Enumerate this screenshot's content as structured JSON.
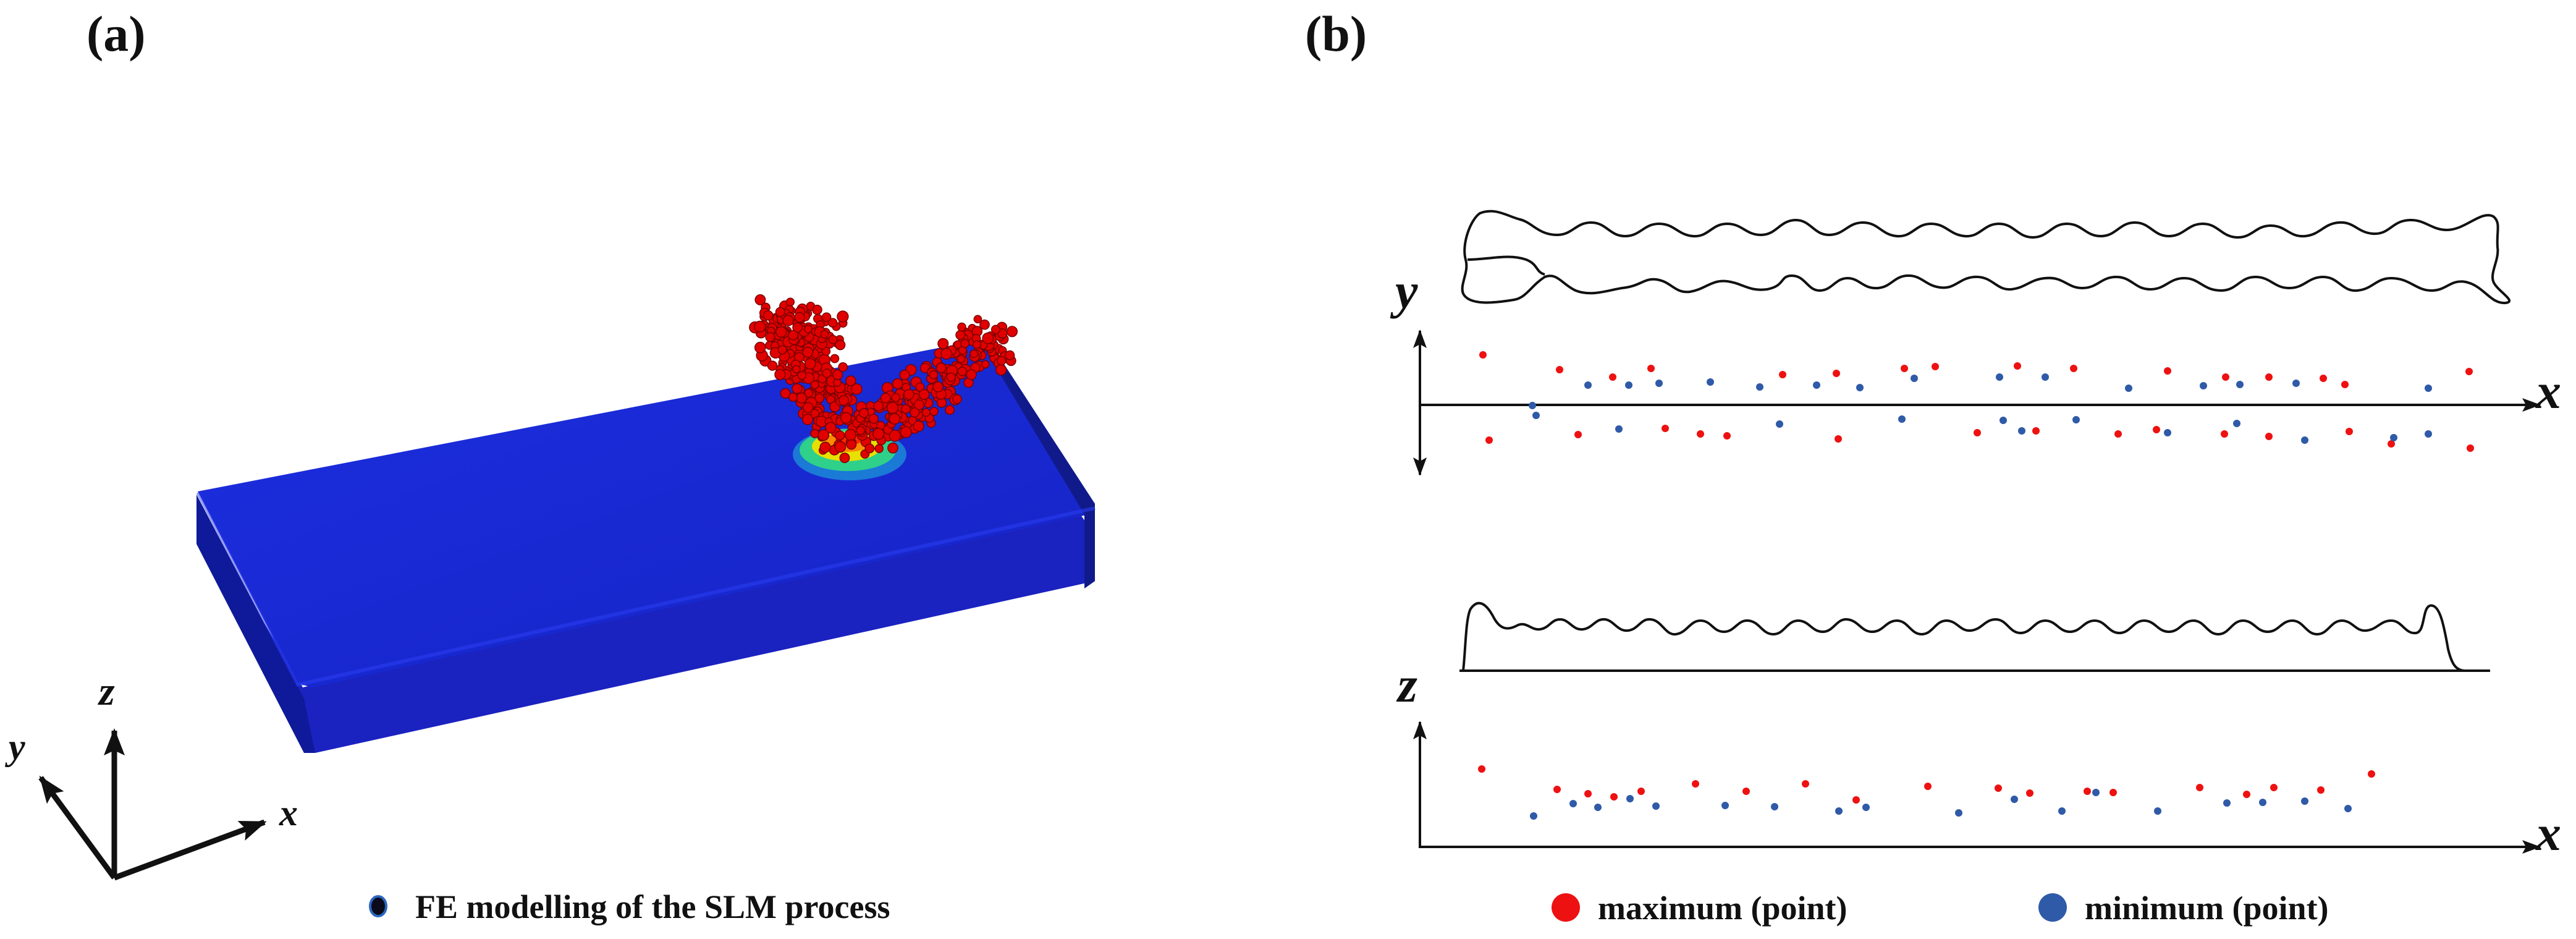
{
  "panels": {
    "a": {
      "label": "(a)",
      "triad": {
        "z": "z",
        "y": "y",
        "x": "x"
      },
      "legend": "FE modelling of the SLM process"
    },
    "b": {
      "label": "(b)",
      "top_axes": {
        "vertical": "y",
        "horizontal": "x"
      },
      "bottom_axes": {
        "vertical": "z",
        "horizontal": "x"
      },
      "legend": [
        {
          "label": "maximum (point)",
          "color": "#ee1111"
        },
        {
          "label": "minimum (point)",
          "color": "#2f5aa8"
        }
      ]
    }
  },
  "colors": {
    "substrate_top": "#1a2bd6",
    "substrate_front": "#1a22c0",
    "substrate_side": "#0f1890",
    "powder": "#e00000",
    "melt_pool_hot": "#ff4400",
    "melt_pool_mid": "#ffd000",
    "melt_pool_cool": "#2fd08a"
  }
}
